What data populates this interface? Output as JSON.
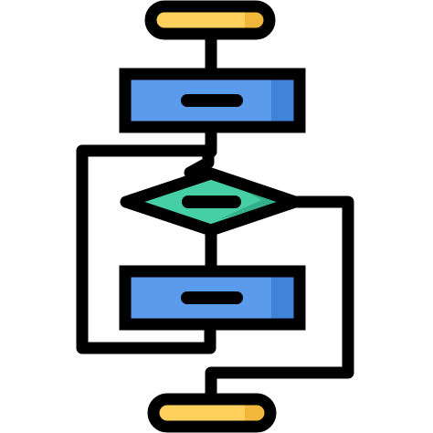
{
  "diagram": {
    "kind": "flowchart-icon",
    "nodes": [
      {
        "id": "start",
        "shape": "terminator",
        "label": ""
      },
      {
        "id": "process-1",
        "shape": "process",
        "label": ""
      },
      {
        "id": "decision",
        "shape": "decision",
        "label": ""
      },
      {
        "id": "process-2",
        "shape": "process",
        "label": ""
      },
      {
        "id": "end",
        "shape": "terminator",
        "label": ""
      }
    ],
    "edges": [
      {
        "from": "start",
        "to": "process-1"
      },
      {
        "from": "process-1",
        "to": "decision"
      },
      {
        "from": "decision",
        "to": "process-2"
      },
      {
        "from": "process-2",
        "to": "decision",
        "route": "loop-left"
      },
      {
        "from": "decision",
        "to": "end",
        "route": "right-branch"
      }
    ]
  },
  "colors": {
    "outline": "#000000",
    "terminator_fill": "#FFD15C",
    "terminator_shade": "#F0B73A",
    "process_fill": "#5A9CEB",
    "process_shade": "#3F84D8",
    "decision_fill": "#46CFA5",
    "decision_shade": "#33B08A",
    "background": "#FFFFFF"
  }
}
